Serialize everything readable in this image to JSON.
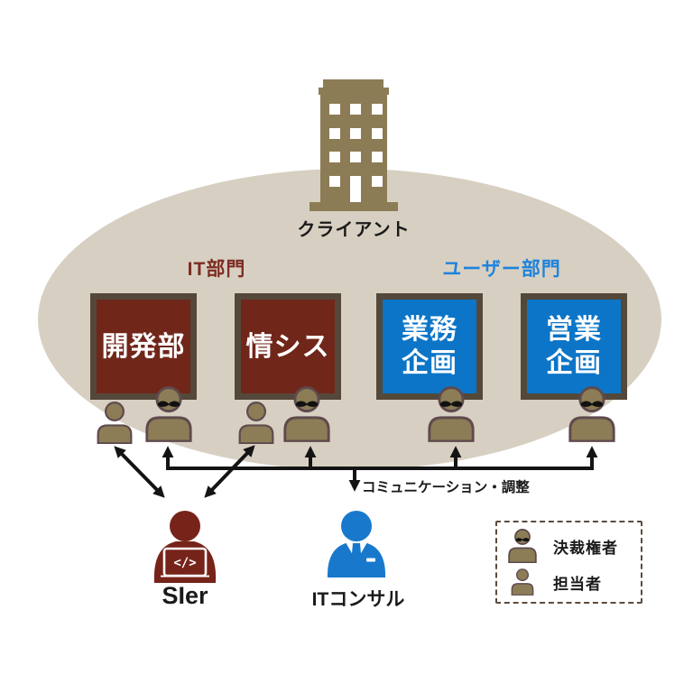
{
  "client": {
    "label": "クライアント"
  },
  "sections": {
    "it": {
      "label": "IT部門"
    },
    "user": {
      "label": "ユーザー部門"
    }
  },
  "departments": [
    {
      "line1": "開発部",
      "line2": "",
      "section": "IT部門",
      "members": [
        "決裁権者",
        "担当者"
      ]
    },
    {
      "line1": "情シス",
      "line2": "",
      "section": "IT部門",
      "members": [
        "決裁権者",
        "担当者"
      ]
    },
    {
      "line1": "業務",
      "line2": "企画",
      "section": "ユーザー部門",
      "members": [
        "決裁権者"
      ]
    },
    {
      "line1": "営業",
      "line2": "企画",
      "section": "ユーザー部門",
      "members": [
        "決裁権者"
      ]
    }
  ],
  "communication": {
    "label": "コミュニケーション・調整"
  },
  "actors": {
    "sier": {
      "label": "SIer",
      "laptop_code": "</>"
    },
    "consultant": {
      "label": "ITコンサル"
    }
  },
  "legend": {
    "items": [
      {
        "icon": "person-mustache-icon",
        "label": "決裁権者"
      },
      {
        "icon": "person-icon",
        "label": "担当者"
      }
    ]
  },
  "colors": {
    "it-red": "#71261A",
    "it-red-text": "#7E2D23",
    "user-blue": "#0C75C7",
    "user-blue-text": "#1F83DB",
    "box-border": "#54483A",
    "building": "#8C7C55",
    "person-fill": "#8C7D56",
    "person-stroke": "#5F4A4E",
    "ellipse": "#D7D0C2",
    "arrow": "#141414",
    "sier-red": "#76231A",
    "consultant-blue": "#1879CC",
    "legend-border": "#5C4B3E"
  }
}
